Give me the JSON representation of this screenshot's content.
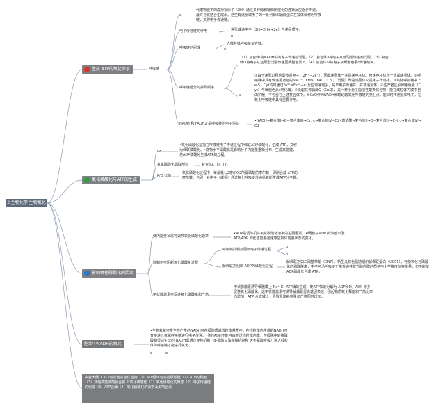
{
  "root": "3.生物化学 生物氧化",
  "branches": {
    "b1": {
      "label": "生成 ATP的氧化体系",
      "child": "呼吸链",
      "items": {
        "intro": "代谢物脱下的成对氢原子（2H）通过多种酶和辅酶所催化的连锁反应逐步传递，最终与氧结合生成水。这些有递氢或电子的一系列酶和辅酶蛋白在载体就称为呼吸链，又称电子传递链。",
        "comp_label": "电子传递链的作用",
        "comp_text": "递氢或递电子（2H⇌2H++2e）与递氢质子。",
        "org_label": "呼吸链的组成",
        "org_text": "人线粒体呼吸链复合体。",
        "order_label": "呼吸链组分的排列顺序",
        "order_text1": "（1）复合体I将NADH中的电子传递给泛醌。（2）复合体II将电子从琥珀酸传递到泛醌。（3）复合体III将电子从还原型泛醌传递至细胞色素 c。（4）复合体IV将电子从细胞色素c传递给氧。",
        "order_text2": "①由于递氢过程也需传递电子（2H⁺+2e⁻），因此递氢体一定是递电子体。但递电子体不一定是递氢体。②呼吸链中具有传递氢功能的NAD⁺、FMN、FAD、CoQ（泛醌）既是递氢体又是电子传递体。③氧化呼吸链中 Fe-S、Cyt均可通过Fe²⁺⇌Fe³⁺+e⁻反应传递电子，是单电子传递体，并非递氢体。④生产者区别细胞色素（Cyt）与细胞色素c氧化酶。⑤泛醌又称辅酶Q（CoQ），是一种小分子脂溶性醌类化合物，能在线粒体内膜中自由扩散，不包含在上述复合体中。⑥CoQ作为NADH和琥珀酸氧化呼吸链的交汇点，能同时传递氢和电子，在氧化呼吸链中具有重要作用。",
        "nadh_label": "NADH 和 FADH2 是呼吸链的电子供体",
        "nadh_text": "•NADH→复合体I→Q→复合体III→Cyt c→复合体IV→O2•琥珀酸→复合体II→Q→复合体III→Cyt c→复合体IV→O2"
      }
    },
    "b2": {
      "label": "氧化磷酸化与ATP的生成",
      "items": {
        "tag": "ox",
        "intro": "•氧化磷酸化是指在呼吸链电子传递过程中偶联ADP磷酸化，生成 ATP，又称为偶联磷酸化。•底物水平磷酸化是影响分子内能量重新分布，生成高能键，使ADP磷酸化生成ATP的过程。",
        "site_label": "氧化磷酸化偶联部位",
        "site_text": "复合体I、III、IV。",
        "po_label": "P/O 比值",
        "po_text": "氧化磷酸化过程中，每消耗1/2摩尔O2所需磷酸的摩尔数，即所合成 ATP的摩尔数。也即一对电子（或氢）通过氧化呼吸链传递给氧所生成ATP分子数。"
      }
    },
    "b3": {
      "label": "影响氧化磷酸化的因素",
      "items": {
        "energy_label": "体内能量状态可调节氧化磷酸化速率",
        "energy_text": "•ADP是调节机体氧化磷酸化速率的主要因素。•细胞内 ADP 的浓度以及ATP/ADP 的比值能够迅速感应机体能量状态的变化。",
        "inhibit_label": "抑制剂可阻断氧化磷酸化过程",
        "inhibit_sub1": "呼吸链抑制剂阻断电子传递过程",
        "inhibit_sub2": "解偶联剂阻断 ADP的磷酸化过程",
        "inhibit_sub2_text": "解偶联剂如二硝基苯酚（DNP）、新生儿棕色脂肪组织解偶联蛋白（UCP1），可使氧化与磷酸化的偶联脱离，电子可沿呼吸链正常传递并建立跨内膜的质子电化学梯度储存能量，但不能使ADP磷酸化合成 ATP。",
        "thyroid_label": "甲状腺激素可促进氧化磷酸化和产热",
        "thyroid_text": "甲状腺激素诱导细胞膜上 Na⁺-K⁺-ATP酶的生成，使ATP加速分解为 ADP和Pi，ADP 增多促进氧化磷酸化。这甲状腺激素可诱导解偶联蛋白基因表达，引起物质氧化释能和产热比率均增加，ATP 合成减少，导致机体耗氧量和产热同时增加。"
      }
    },
    "b4": {
      "label": "胞浆中NADH的氧化",
      "items": {
        "text": "•生物氧化可发生在产生的NADH可在细胞质或线粒体基质中。在线粒体内生成的NADH可直接进入氧化呼吸链进行电子传递。•胞NADH不能自由穿过线粒体内膜，在细胞中转移磷酸酶蛋白生成的 NADH需通过穿梭机制（α-磷酸甘油穿梭机制和 天冬氨酸穿梭）进入线粒体的呼吸链才能进行氧化。"
      }
    },
    "b5": {
      "label": "执业大纲 1.ATP与其他高能化合物（1）ATP循环与高能磷酸键（2）ATP的利用（3）其他高能磷酸化合物 2.氧化磷酸化（1）氧化磷酸化的概念（2）电子传递链的组成（3）ATP合酶（4）氧化磷酸化的调节及影响因素"
    }
  },
  "markers": {
    "dot": "o"
  },
  "colors": {
    "line": "#8a9bb0",
    "root_bg": "#5d6a7a",
    "main_bg": "#7d7f82",
    "red": "#d9342b",
    "green": "#2e9e44",
    "blue": "#2477c9"
  }
}
